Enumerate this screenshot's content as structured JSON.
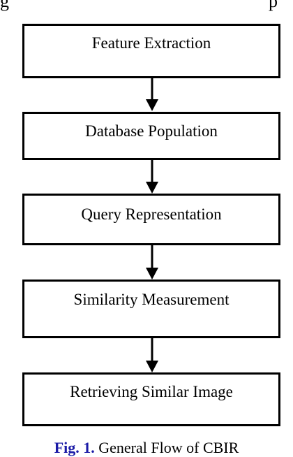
{
  "header_fragment": {
    "left": "g",
    "right": "p"
  },
  "flow": {
    "steps": [
      {
        "label": "Feature Extraction"
      },
      {
        "label": "Database Population"
      },
      {
        "label": "Query Representation"
      },
      {
        "label": "Similarity Measurement"
      },
      {
        "label": "Retrieving Similar Image"
      }
    ]
  },
  "caption": {
    "fig": "Fig. 1.",
    "text": "General Flow of CBIR"
  },
  "colors": {
    "line": "#000000",
    "caption_fig": "#1a1aa6"
  }
}
